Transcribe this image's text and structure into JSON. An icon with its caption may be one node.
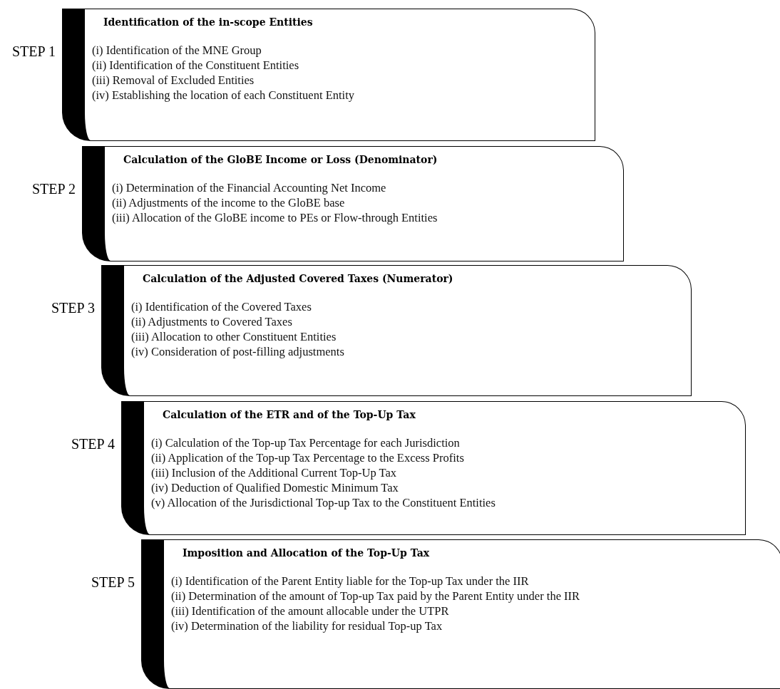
{
  "diagram": {
    "nodes": [
      {
        "text": [
          "Identification of the in-scope Entities",
          "(i) Identification of the MNE Group",
          "(ii) Identification of the Constituent Entities",
          "(iii) Removal of Excluded Entities",
          "(iv) Establishing the location of each Constituent Entity"
        ],
        "beside": [
          "STEP 1"
        ]
      },
      {
        "text": [
          "Calculation of the GloBE Income or Loss (Denominator)",
          "(i) Determination of the Financial Accounting Net Income",
          "(ii) Adjustments of the income to the GloBE base",
          "(iii) Allocation of the GloBE income to PEs or Flow-through Entities"
        ],
        "beside": [
          "STEP 2"
        ]
      },
      {
        "text": [
          "Calculation of the Adjusted Covered Taxes (Numerator)",
          "(i) Identification of the Covered Taxes",
          "(ii) Adjustments to Covered Taxes",
          "(iii) Allocation to other Constituent Entities",
          "(iv) Consideration of post-filling adjustments"
        ],
        "beside": [
          "STEP 3"
        ]
      },
      {
        "text": [
          "Calculation of the ETR and of the Top-Up Tax",
          "(i) Calculation of the Top-up Tax Percentage for each Jurisdiction",
          "(ii) Application of the Top-up Tax Percentage to the Excess Profits",
          "(iii) Inclusion of the Additional Current Top-Up Tax",
          "(iv) Deduction of Qualified Domestic Minimum Tax",
          "(v) Allocation of the Jurisdictional Top-up Tax to the Constituent Entities"
        ],
        "beside": [
          "STEP 4"
        ]
      },
      {
        "text": [
          "Imposition and Allocation of the Top-Up Tax",
          "(i) Identification of the Parent Entity liable for the Top-up Tax under the IIR",
          "(ii) Determination of the amount of Top-up Tax paid by the Parent Entity under the IIR",
          "(iii) Identification of the amount allocable under the UTPR",
          "(iv) Determination of the liability for residual Top-up Tax"
        ],
        "beside": [
          "STEP 5"
        ]
      }
    ]
  }
}
